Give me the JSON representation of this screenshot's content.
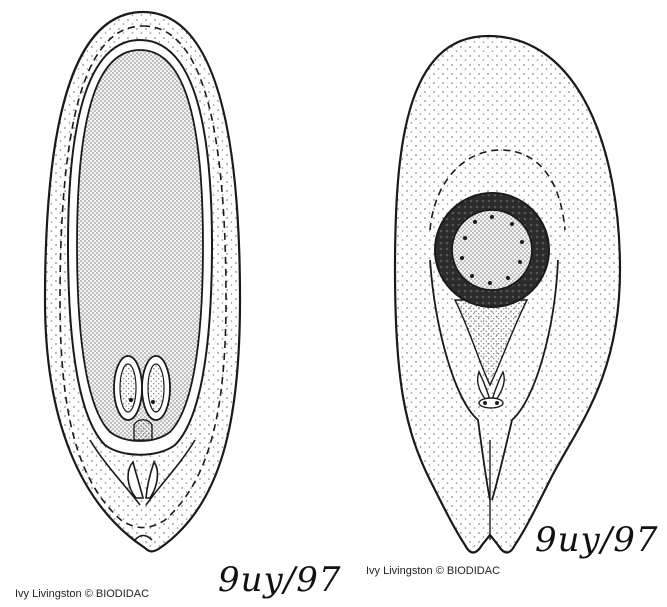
{
  "left_figure": {
    "signature": "9uy/97",
    "credit": "Ivy Livingston © BIODIDAC"
  },
  "right_figure": {
    "signature": "9uy/97",
    "credit": "Ivy Livingston © BIODIDAC"
  },
  "colors": {
    "ink": "#1a1a1a",
    "stipple_light": "#9a9a9a",
    "stipple_dense": "#6e6e6e",
    "dark_ring": "#2b2b2b",
    "background": "#ffffff"
  }
}
